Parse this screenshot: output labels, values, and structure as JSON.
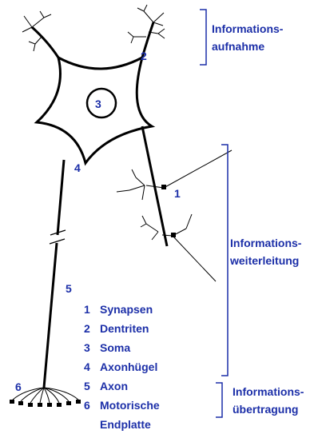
{
  "colors": {
    "ink": "#000000",
    "label": "#1c2fa8"
  },
  "numbers": {
    "n1": "1",
    "n2": "2",
    "n3": "3",
    "n4": "4",
    "n5": "5",
    "n6": "6"
  },
  "sections": {
    "aufnahme": {
      "line1": "Informations-",
      "line2": "aufnahme"
    },
    "weiterleitung": {
      "line1": "Informations-",
      "line2": "weiterleitung"
    },
    "uebertragung": {
      "line1": "Informations-",
      "line2": "übertragung"
    }
  },
  "legend": [
    {
      "num": "1",
      "label": "Synapsen"
    },
    {
      "num": "2",
      "label": "Dentriten"
    },
    {
      "num": "3",
      "label": "Soma"
    },
    {
      "num": "4",
      "label": "Axonhügel"
    },
    {
      "num": "5",
      "label": "Axon"
    },
    {
      "num": "6",
      "label": "Motorische"
    },
    {
      "num": "",
      "label": "Endplatte"
    }
  ]
}
